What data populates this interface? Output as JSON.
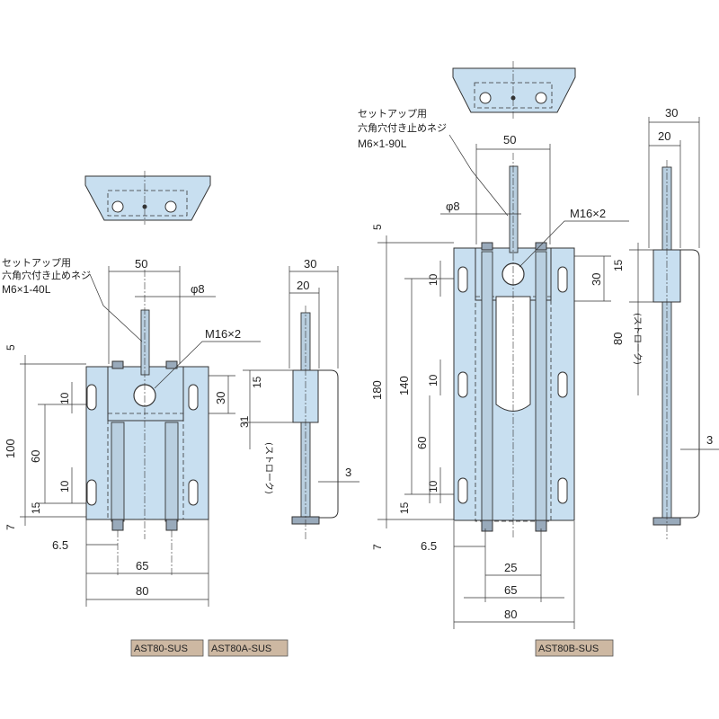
{
  "left_view": {
    "setscrew_note_line1": "セットアップ用",
    "setscrew_note_line2": "六角穴付き止めネジ",
    "setscrew_note_line3": "M6×1-40L",
    "dim_top_width": "50",
    "dim_phi": "φ8",
    "dim_thread": "M16×2",
    "dim_5": "5",
    "dim_10a": "10",
    "dim_10b": "10",
    "dim_100": "100",
    "dim_60": "60",
    "dim_15": "15",
    "dim_7": "7",
    "dim_65_small": "6.5",
    "dim_65": "65",
    "dim_80": "80",
    "dim_30_mid": "30",
    "side_dim_30": "30",
    "side_dim_20": "20",
    "side_dim_15": "15",
    "side_dim_31": "31",
    "side_stroke": "(ストローク)",
    "side_dim_3": "3",
    "tag_1": "AST80-SUS",
    "tag_2": "AST80A-SUS"
  },
  "right_view": {
    "setscrew_note_line1": "セットアップ用",
    "setscrew_note_line2": "六角穴付き止めネジ",
    "setscrew_note_line3": "M6×1-90L",
    "dim_top_width": "50",
    "dim_phi": "φ8",
    "dim_thread": "M16×2",
    "dim_5": "5",
    "dim_10a": "10",
    "dim_10b": "10",
    "dim_10c": "10",
    "dim_180": "180",
    "dim_140": "140",
    "dim_60": "60",
    "dim_30_mid": "30",
    "dim_15": "15",
    "dim_7": "7",
    "dim_65_small": "6.5",
    "dim_25": "25",
    "dim_65": "65",
    "dim_80": "80",
    "side_dim_30": "30",
    "side_dim_20": "20",
    "side_dim_15": "15",
    "side_dim_80": "80",
    "side_stroke": "(ストローク)",
    "side_dim_3": "3",
    "tag_1": "AST80B-SUS"
  }
}
